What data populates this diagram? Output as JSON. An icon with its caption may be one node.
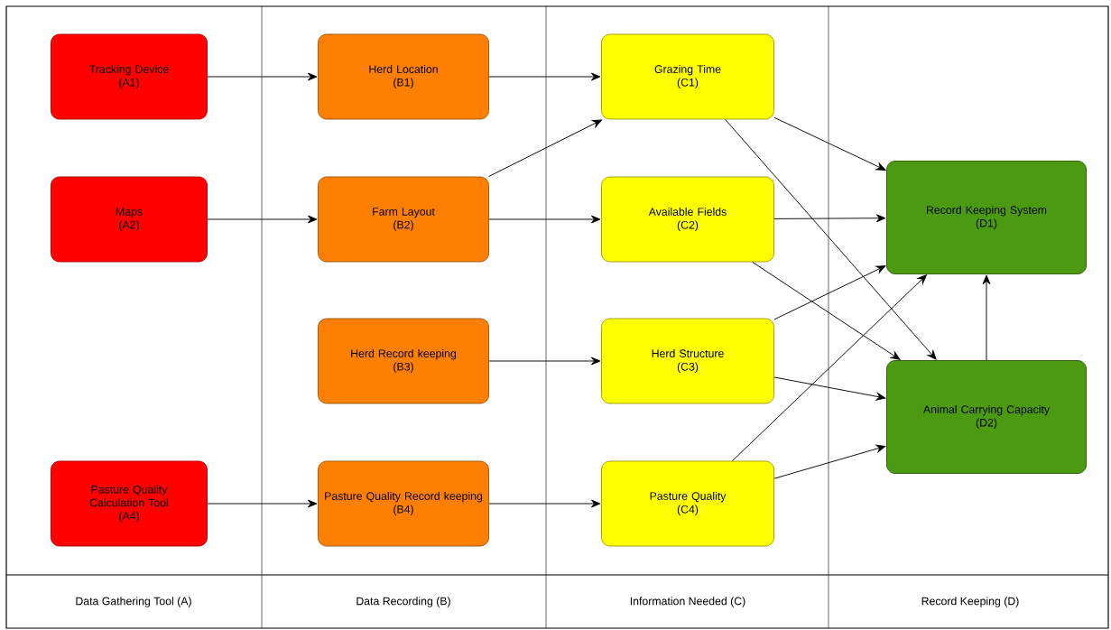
{
  "diagram": {
    "nodes": [
      {
        "text": [
          "Tracking Device",
          "(A1)"
        ]
      },
      {
        "text": [
          "Maps",
          "(A2)"
        ]
      },
      {
        "text": [
          "Pasture Quality Calculation Tool",
          "(A4)"
        ]
      },
      {
        "text": [
          "Herd Location",
          "(B1)"
        ]
      },
      {
        "text": [
          "Farm Layout",
          "(B2)"
        ]
      },
      {
        "text": [
          "Herd Record keeping",
          "(B3)"
        ]
      },
      {
        "text": [
          "Pasture Quality Record keeping",
          "(B4)"
        ]
      },
      {
        "text": [
          "Grazing Time",
          "(C1)"
        ]
      },
      {
        "text": [
          "Available Fields",
          "(C2)"
        ]
      },
      {
        "text": [
          "Herd Structure",
          "(C3)"
        ]
      },
      {
        "text": [
          "Pasture Quality",
          "(C4)"
        ]
      },
      {
        "text": [
          "Record Keeping System",
          "(D1)"
        ]
      },
      {
        "text": [
          "Animal Carrying Capacity",
          "(D2)"
        ]
      }
    ],
    "edges": [
      {
        "from": 0,
        "to": 3,
        "arrow": "to"
      },
      {
        "from": 1,
        "to": 4,
        "arrow": "to"
      },
      {
        "from": 2,
        "to": 6,
        "arrow": "to"
      },
      {
        "from": 3,
        "to": 7,
        "arrow": "to"
      },
      {
        "from": 4,
        "to": 7,
        "arrow": "to"
      },
      {
        "from": 4,
        "to": 8,
        "arrow": "to"
      },
      {
        "from": 5,
        "to": 9,
        "arrow": "to"
      },
      {
        "from": 6,
        "to": 10,
        "arrow": "to"
      },
      {
        "from": 7,
        "to": 11,
        "arrow": "to"
      },
      {
        "from": 7,
        "to": 12,
        "arrow": "to"
      },
      {
        "from": 8,
        "to": 11,
        "arrow": "to"
      },
      {
        "from": 8,
        "to": 12,
        "arrow": "to"
      },
      {
        "from": 9,
        "to": 11,
        "arrow": "to"
      },
      {
        "from": 9,
        "to": 12,
        "arrow": "to"
      },
      {
        "from": 10,
        "to": 11,
        "arrow": "to"
      },
      {
        "from": 10,
        "to": 12,
        "arrow": "to"
      },
      {
        "from": 12,
        "to": 11,
        "arrow": "to"
      }
    ],
    "labels": [
      "Data Gathering Tool (A)",
      "Data Recording (B)",
      "Information Needed (C)",
      "Record Keeping (D)"
    ]
  }
}
